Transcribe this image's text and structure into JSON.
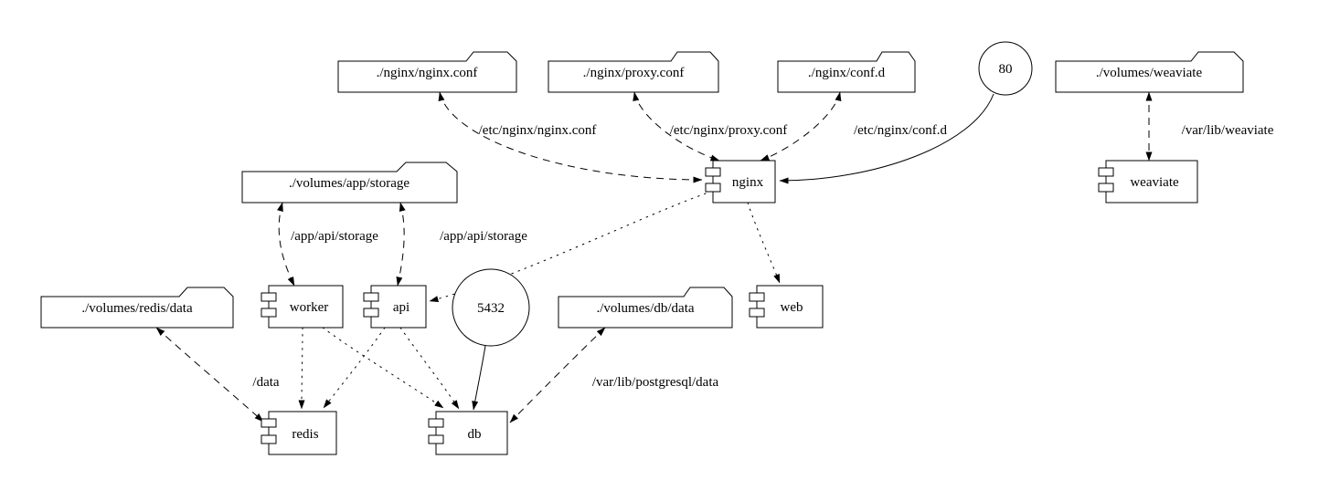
{
  "diagram": {
    "type": "docker-compose-dependency-graph",
    "background_color": "#ffffff",
    "stroke_color": "#000000",
    "nodes": {
      "nginx_conf_folder": "./nginx/nginx.conf",
      "proxy_conf_folder": "./nginx/proxy.conf",
      "conf_d_folder": "./nginx/conf.d",
      "port_80": "80",
      "weaviate_folder": "./volumes/weaviate",
      "app_storage_folder": "./volumes/app/storage",
      "nginx_service": "nginx",
      "weaviate_service": "weaviate",
      "redis_data_folder": "./volumes/redis/data",
      "worker_service": "worker",
      "api_service": "api",
      "port_5432": "5432",
      "db_data_folder": "./volumes/db/data",
      "web_service": "web",
      "redis_service": "redis",
      "db_service": "db"
    },
    "edge_labels": {
      "nginx_conf_mount": "/etc/nginx/nginx.conf",
      "proxy_conf_mount": "/etc/nginx/proxy.conf",
      "conf_d_mount": "/etc/nginx/conf.d",
      "weaviate_mount": "/var/lib/weaviate",
      "worker_storage_mount": "/app/api/storage",
      "api_storage_mount": "/app/api/storage",
      "redis_data_mount": "/data",
      "db_data_mount": "/var/lib/postgresql/data"
    }
  }
}
